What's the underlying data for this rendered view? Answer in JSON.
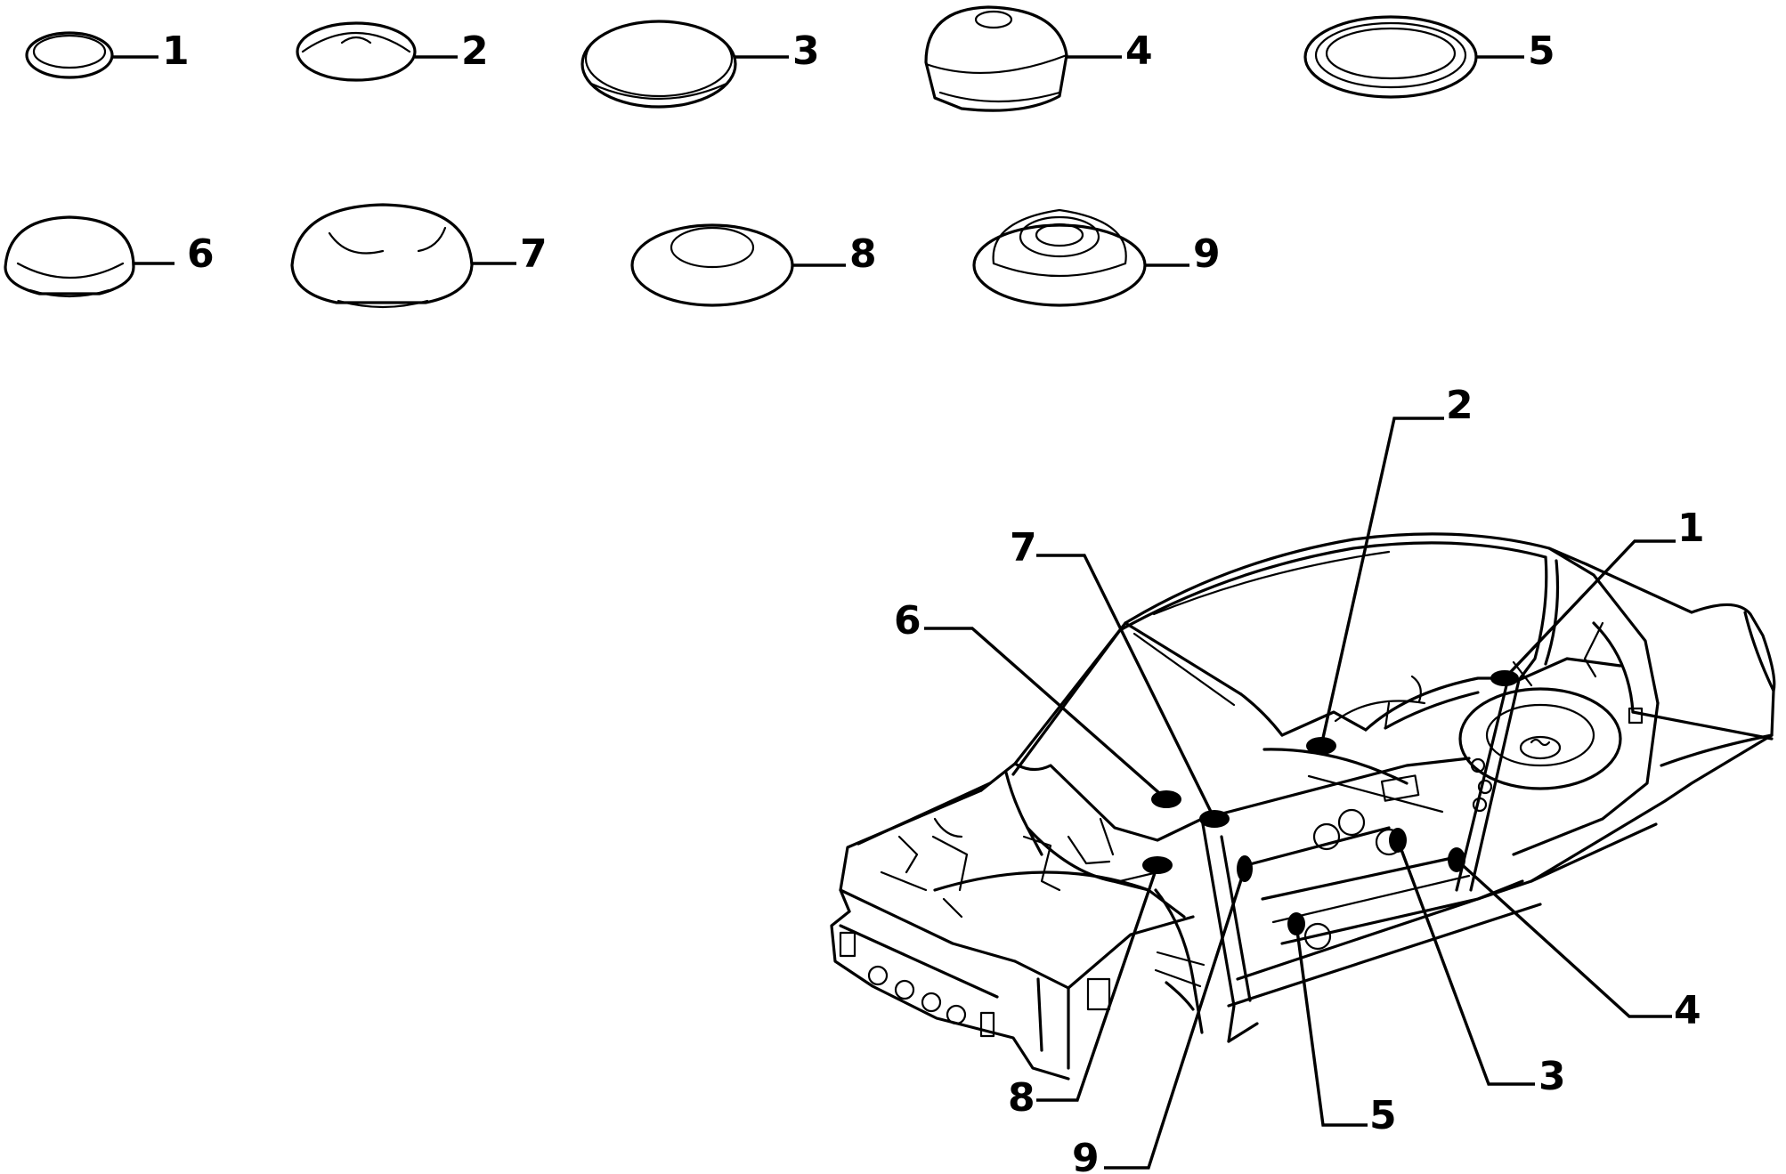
{
  "parts": [
    {
      "id": "p1",
      "number": "1"
    },
    {
      "id": "p2",
      "number": "2"
    },
    {
      "id": "p3",
      "number": "3"
    },
    {
      "id": "p4",
      "number": "4"
    },
    {
      "id": "p5",
      "number": "5"
    },
    {
      "id": "p6",
      "number": "6"
    },
    {
      "id": "p7",
      "number": "7"
    },
    {
      "id": "p8",
      "number": "8"
    },
    {
      "id": "p9",
      "number": "9"
    }
  ],
  "callouts": {
    "c1": "1",
    "c2": "2",
    "c3": "3",
    "c4": "4",
    "c5": "5",
    "c6": "6",
    "c7": "7",
    "c8": "8",
    "c9": "9"
  }
}
